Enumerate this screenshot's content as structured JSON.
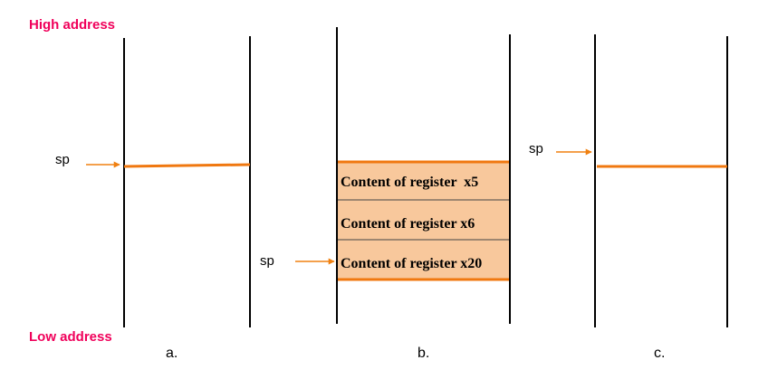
{
  "colors": {
    "address_label": "#f0005a",
    "pointer": "#f08010",
    "stack_fill": "#f8c89c",
    "stack_border": "#f07810",
    "wall": "#000000"
  },
  "labels": {
    "high_address": "High address",
    "low_address": "Low address"
  },
  "panels": {
    "a": {
      "caption": "a.",
      "sp_label": "sp"
    },
    "b": {
      "caption": "b.",
      "sp_label": "sp",
      "stack_entries": [
        "Content of register  x5",
        "Content of register x6",
        "Content of register x20"
      ]
    },
    "c": {
      "caption": "c.",
      "sp_label": "sp"
    }
  }
}
